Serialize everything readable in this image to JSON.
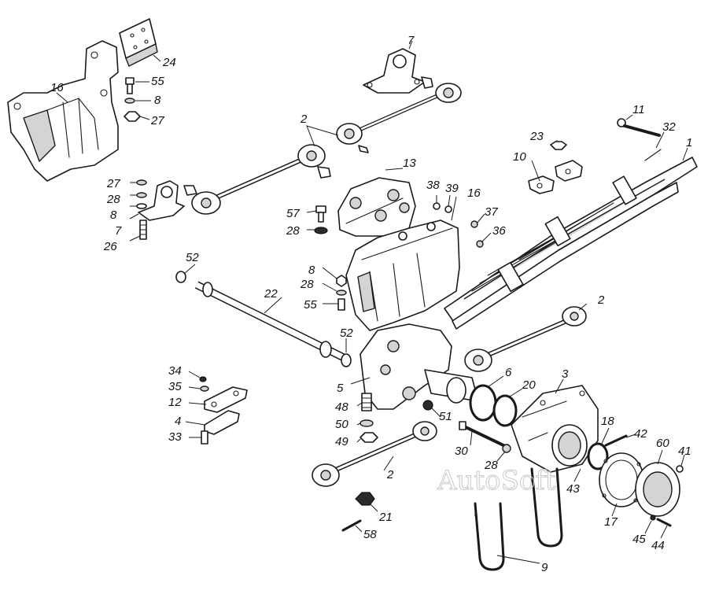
{
  "watermark": "AutoSoft",
  "callouts": {
    "c1": "1",
    "c2a": "2",
    "c2b": "2",
    "c2c": "2",
    "c3": "3",
    "c4": "4",
    "c5": "5",
    "c6": "6",
    "c7a": "7",
    "c7b": "7",
    "c8a": "8",
    "c8b": "8",
    "c8c": "8",
    "c9": "9",
    "c10": "10",
    "c11": "11",
    "c12": "12",
    "c13": "13",
    "c16a": "16",
    "c16b": "16",
    "c17": "17",
    "c18": "18",
    "c20": "20",
    "c21": "21",
    "c22": "22",
    "c23": "23",
    "c24": "24",
    "c26": "26",
    "c27a": "27",
    "c27b": "27",
    "c28a": "28",
    "c28b": "28",
    "c28c": "28",
    "c28d": "28",
    "c30": "30",
    "c32": "32",
    "c33": "33",
    "c34": "34",
    "c35": "35",
    "c36": "36",
    "c37": "37",
    "c38": "38",
    "c39": "39",
    "c41": "41",
    "c42": "42",
    "c43": "43",
    "c44": "44",
    "c45": "45",
    "c48": "48",
    "c49": "49",
    "c50": "50",
    "c51": "51",
    "c52a": "52",
    "c52b": "52",
    "c55a": "55",
    "c55b": "55",
    "c57": "57",
    "c58": "58",
    "c60": "60"
  }
}
